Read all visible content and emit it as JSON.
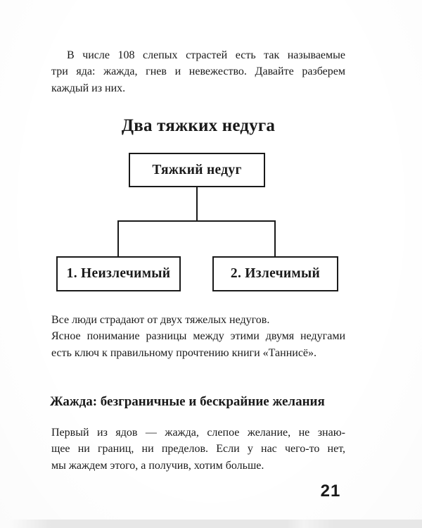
{
  "content": {
    "intro_paragraph": {
      "lines": [
        "В числе 108 слепых страстей есть так называемые",
        "три яда: жажда, гнев и невежество. Давайте разберем",
        "каждый из них."
      ]
    },
    "section_title": "Два тяжких недуга",
    "diagram": {
      "root_label": "Тяжкий недуг",
      "children": [
        "1. Неизлечимый",
        "2. Излечимый"
      ]
    },
    "explanation_paragraph": {
      "lines": [
        "Все люди страдают от двух тяжелых недугов.",
        "Ясное понимание разницы между этими двумя недугами",
        "есть ключ к правильному прочтению книги «Таннисё»."
      ]
    },
    "subsection_title": "Жажда: безграничные и бескрайние желания",
    "thirst_paragraph": {
      "lines": [
        "Первый из ядов — жажда, слепое желание, не знаю-",
        "щее ни границ, ни пределов. Если у нас чего-то нет,",
        "мы жаждем этого, а получив, хотим больше."
      ]
    },
    "page_number": "21"
  },
  "colors": {
    "ink": "#1a1a1a",
    "paper": "#ffffff",
    "page_edge": "#e7e7e7"
  }
}
